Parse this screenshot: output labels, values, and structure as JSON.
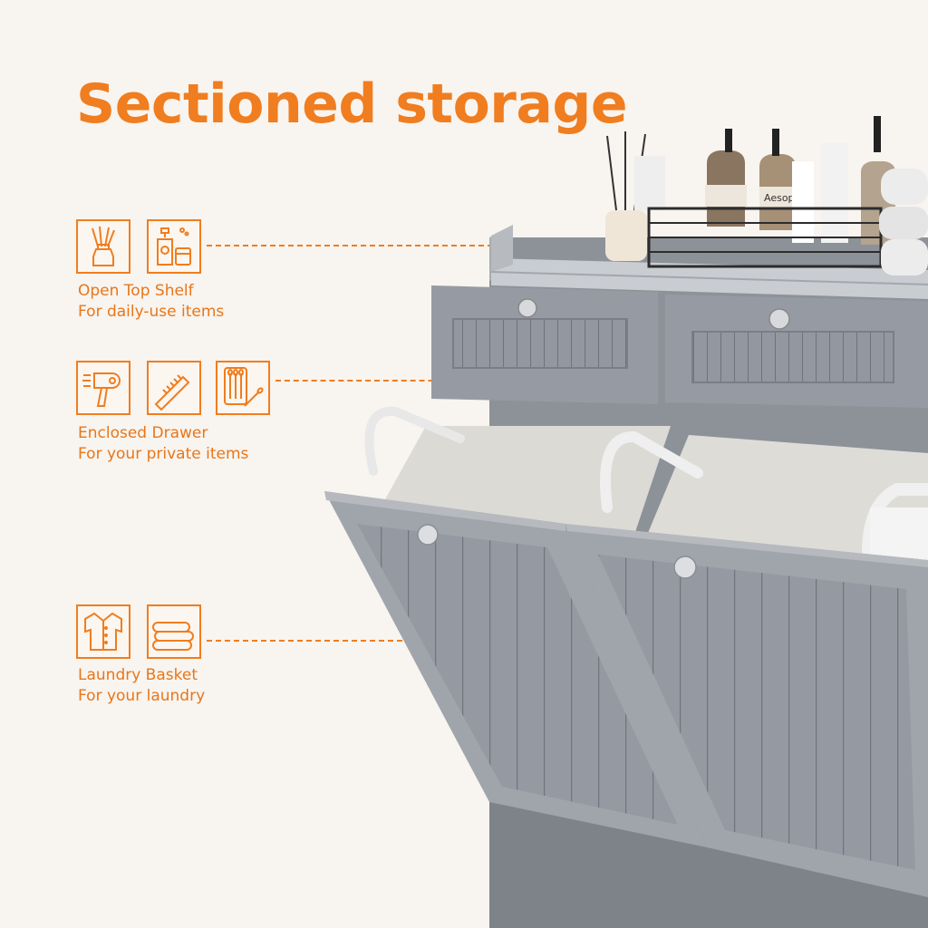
{
  "title": "Sectioned storage",
  "features": [
    {
      "name": "Open Top Shelf",
      "description": "For daily-use items",
      "icons": [
        "reed-diffuser-icon",
        "toiletries-icon"
      ]
    },
    {
      "name": "Enclosed Drawer",
      "description": "For your private items",
      "icons": [
        "hair-dryer-icon",
        "comb-icon",
        "cotton-swab-icon"
      ]
    },
    {
      "name": "Laundry Basket",
      "description": "For your laundry",
      "icons": [
        "shirt-icon",
        "folded-towels-icon"
      ]
    }
  ],
  "product_labels": {
    "bottle_brand": "Aesop"
  },
  "colors": {
    "accent": "#f07d1f",
    "background": "#f8f4ef",
    "cabinet": "#8c9198",
    "cabinet_light": "#a3a8ae"
  }
}
